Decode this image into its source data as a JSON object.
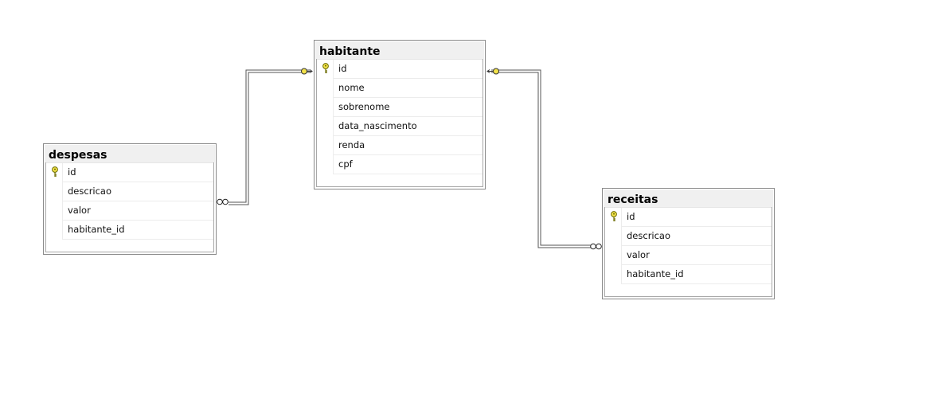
{
  "tables": {
    "habitante": {
      "title": "habitante",
      "columns": [
        {
          "name": "id",
          "icon": "primary-key-icon"
        },
        {
          "name": "nome"
        },
        {
          "name": "sobrenome"
        },
        {
          "name": "data_nascimento"
        },
        {
          "name": "renda"
        },
        {
          "name": "cpf"
        }
      ]
    },
    "despesas": {
      "title": "despesas",
      "columns": [
        {
          "name": "id",
          "icon": "primary-key-icon"
        },
        {
          "name": "descricao"
        },
        {
          "name": "valor"
        },
        {
          "name": "habitante_id"
        }
      ]
    },
    "receitas": {
      "title": "receitas",
      "columns": [
        {
          "name": "id",
          "icon": "primary-key-icon"
        },
        {
          "name": "descricao"
        },
        {
          "name": "valor"
        },
        {
          "name": "habitante_id"
        }
      ]
    }
  },
  "relationships": [
    {
      "from": "habitante",
      "to": "despesas",
      "from_end": "key",
      "to_end": "infinity"
    },
    {
      "from": "habitante",
      "to": "receitas",
      "from_end": "key",
      "to_end": "infinity"
    }
  ],
  "colors": {
    "key_fill": "#f2e24a",
    "key_stroke": "#6b6b00",
    "line": "#555555",
    "border": "#8a8a8a"
  }
}
